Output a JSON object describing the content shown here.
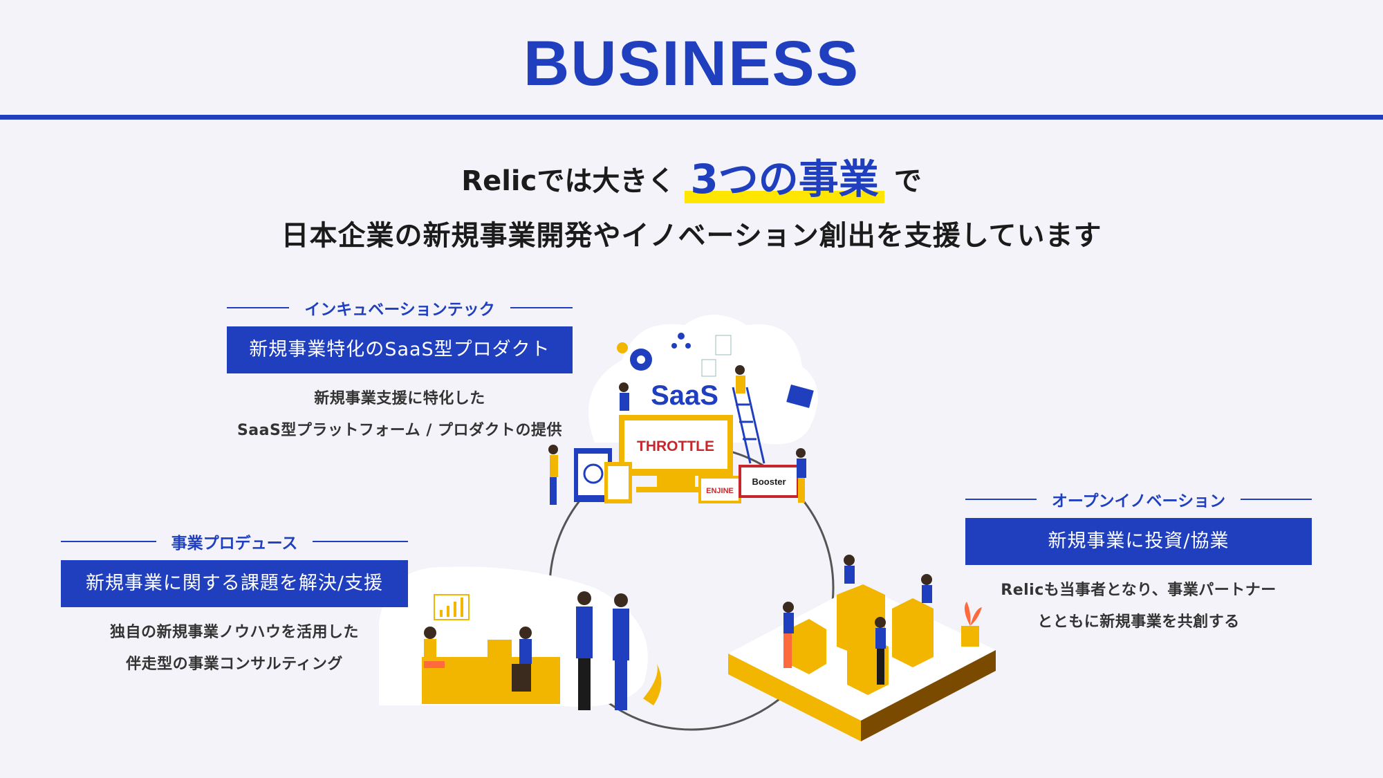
{
  "header": {
    "title": "BUSINESS"
  },
  "lead": {
    "before": "Relicでは大きく",
    "highlight": "3つの事業",
    "after": "で",
    "line2": "日本企業の新規事業開発やイノベーション創出を支援しています"
  },
  "sections": {
    "incubation": {
      "category": "インキュベーションテック",
      "headline": "新規事業特化のSaaS型プロダクト",
      "desc_line1": "新規事業支援に特化した",
      "desc_line2": "SaaS型プラットフォーム / プロダクトの提供"
    },
    "produce": {
      "category": "事業プロデュース",
      "headline": "新規事業に関する課題を解決/支援",
      "desc_line1": "独自の新規事業ノウハウを活用した",
      "desc_line2": "伴走型の事業コンサルティング"
    },
    "open_innovation": {
      "category": "オープンイノベーション",
      "headline": "新規事業に投資/協業",
      "desc_line1": "Relicも当事者となり、事業パートナー",
      "desc_line2": "とともに新規事業を共創する"
    }
  },
  "illustration": {
    "saas_label": "SaaS",
    "throttle_label": "THROTTLE",
    "enjine_label": "ENJINE",
    "booster_label": "Booster"
  },
  "colors": {
    "accent": "#1f3fbf",
    "highlight": "#ffe600",
    "gold": "#f2b600"
  }
}
